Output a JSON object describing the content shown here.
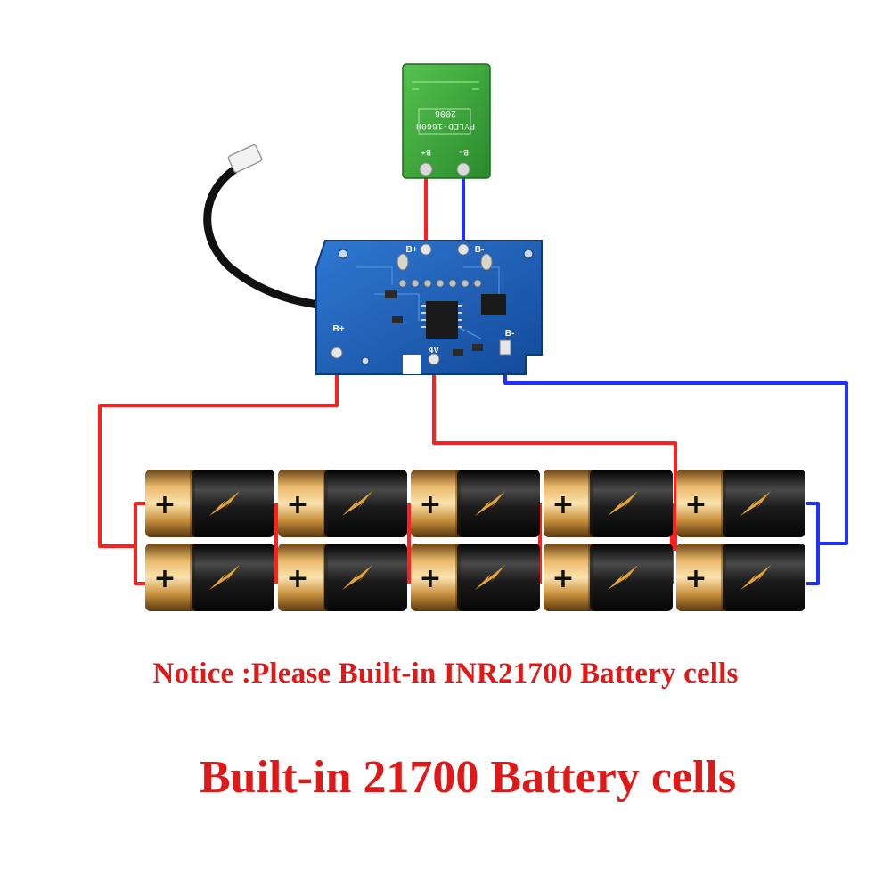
{
  "notice_text": "Notice :Please Built-in INR21700 Battery cells",
  "headline_text": "Built-in 21700 Battery cells",
  "small_board": {
    "label_model": "PYLED-1660H",
    "label_year": "2006",
    "pad_positive": "B+",
    "pad_negative": "B-"
  },
  "bms_board": {
    "label_top_positive": "B+",
    "label_top_negative": "B-",
    "label_bottom_positive": "B+",
    "label_mid_tap": "4V",
    "label_bottom_negative": "B-"
  },
  "battery": {
    "positive_symbol": "+",
    "rows": 2,
    "columns": 5
  },
  "colors": {
    "red_wire": "#ff1f1f",
    "blue_wire": "#1f2fff",
    "text_red": "#e01818",
    "pcb_blue": "#1d5fb8",
    "pcb_green": "#3fa83f",
    "cell_gold": "#c9913c",
    "cell_black": "#1a1a1a",
    "bolt": "#f0a020"
  }
}
